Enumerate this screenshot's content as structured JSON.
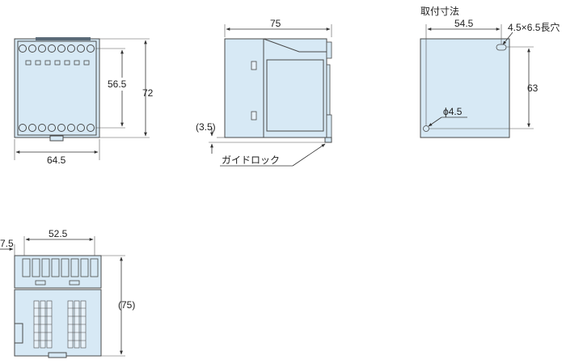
{
  "front_view": {
    "width_label": "64.5",
    "height_label": "72",
    "hole_pitch_label": "56.5"
  },
  "side_view": {
    "depth_label": "75",
    "clearance_label": "(3.5)",
    "guide_lock_label": "ガイドロック"
  },
  "mounting_view": {
    "title": "取付寸法",
    "pitch_x_label": "54.5",
    "slot_label": "4.5×6.5長穴",
    "pitch_y_label": "63",
    "hole_label": "ϕ4.5"
  },
  "bottom_view": {
    "offset_label": "7.5",
    "width_label": "52.5",
    "height_label": "(75)"
  },
  "colors": {
    "body_fill": "#d7e9f5",
    "outline": "#4a4a4a",
    "dimension": "#333333"
  }
}
